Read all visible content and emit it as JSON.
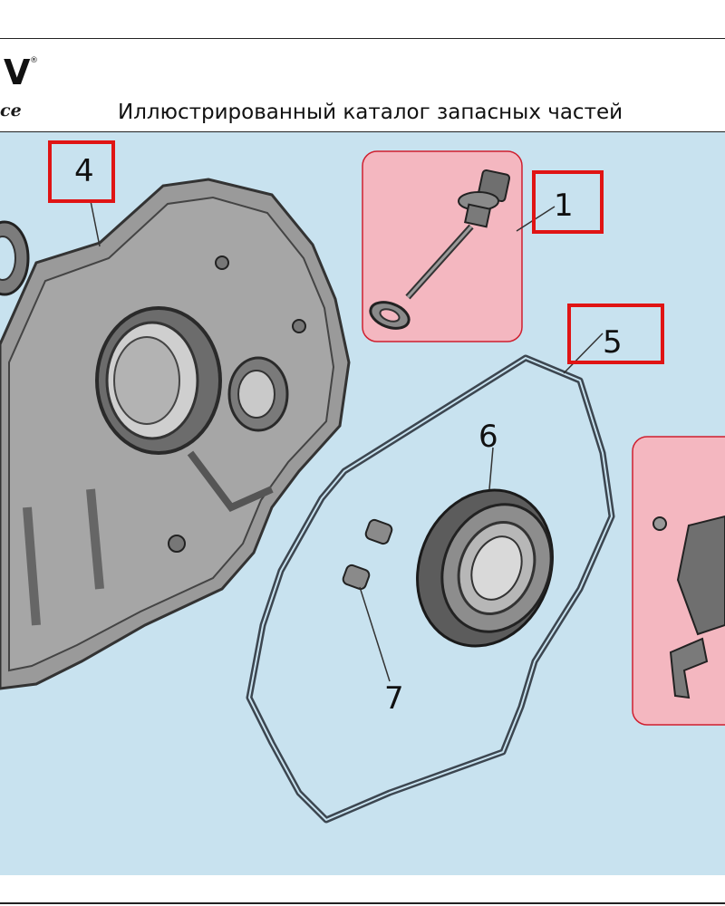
{
  "header": {
    "logo_text": "V",
    "logo_reg": "®",
    "logo_sub": "ce",
    "title": "Иллюстрированный каталог запасных частей"
  },
  "callouts": {
    "c1": "1",
    "c4": "4",
    "c5": "5",
    "c6": "6",
    "c7": "7"
  },
  "colors": {
    "diagram_bg": "#c8e2ef",
    "highlight_fill": "#f4b7c0",
    "highlight_border": "#cf1f2f",
    "label_box_border": "#e01414",
    "part_gray": "#8c8c8c",
    "gasket": "#3c4650"
  }
}
